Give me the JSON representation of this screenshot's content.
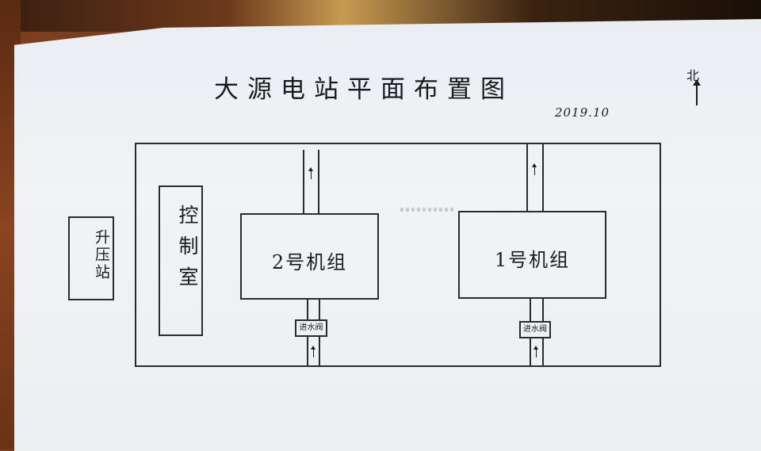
{
  "title": "大源电站平面布置图",
  "date": "2019.10",
  "north": "北",
  "substation": {
    "label": "升压站"
  },
  "control_room": {
    "label": "控制室"
  },
  "units": [
    {
      "label": "2号机组",
      "valve": "进水阀"
    },
    {
      "label": "1号机组",
      "valve": "进水阀"
    }
  ]
}
